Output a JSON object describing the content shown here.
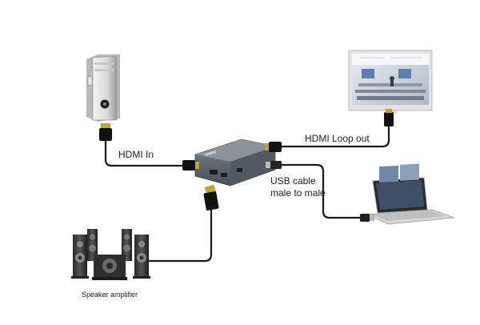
{
  "labels": {
    "hdmi_in": "HDMI In",
    "hdmi_loop_out": "HDMI Loop out",
    "usb_cable_line1": "USB cable",
    "usb_cable_line2": "male to male",
    "speaker_amplifier": "Speaker amplifier"
  },
  "devices": {
    "source": "pc-tower-icon",
    "display": "monitor-icon",
    "capture": "hdmi-capture-box-icon",
    "computer": "laptop-icon",
    "audio": "speaker-amplifier-icon"
  },
  "colors": {
    "cable": "#1a1a1a",
    "connector": "#111111",
    "connector_gold": "#c9a227",
    "box": "#5f6770",
    "box_dark": "#3a4048"
  }
}
